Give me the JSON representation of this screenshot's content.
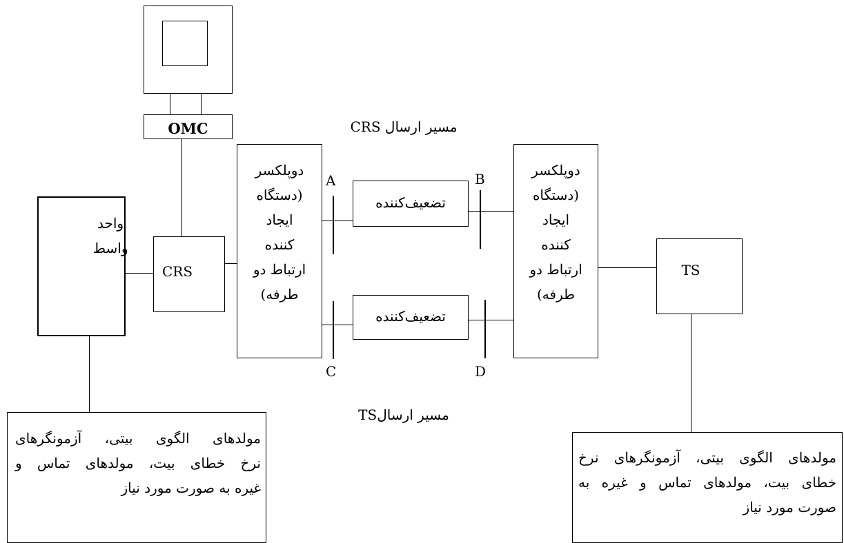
{
  "omc": {
    "label": "OMC"
  },
  "crs": {
    "label": "CRS"
  },
  "ts": {
    "label": "TS"
  },
  "interface_unit": {
    "lines": [
      "واحد",
      "واسط"
    ]
  },
  "duplexer_left": {
    "lines": [
      "دوپلکسر",
      "(دستگاه",
      "ایجاد",
      "کننده",
      "ارتباط دو",
      "طرفه)"
    ]
  },
  "duplexer_right": {
    "lines": [
      "دوپلکسر",
      "(دستگاه",
      "ایجاد",
      "کننده",
      "ارتباط دو",
      "طرفه)"
    ]
  },
  "attenuator_top": {
    "label": "تضعیف‌کننده"
  },
  "attenuator_bottom": {
    "label": "تضعیف‌کننده"
  },
  "path_top": {
    "label": "مسیر ارسال CRS"
  },
  "path_bottom": {
    "label": "مسیر ارسالTS"
  },
  "points": {
    "a": "A",
    "b": "B",
    "c": "C",
    "d": "D"
  },
  "generators_left": {
    "lines": [
      "مولدهای الگوی بیتی، آزمونگرهای",
      "نرخ خطای بیت، مولدهای تماس و",
      "غیره به صورت مورد نیاز"
    ]
  },
  "generators_right": {
    "lines": [
      "مولدهای الگوی بیتی، آزمونگرهای نرخ",
      "خطای بیت، مولدهای تماس و غیره به",
      "صورت مورد نیاز"
    ]
  }
}
